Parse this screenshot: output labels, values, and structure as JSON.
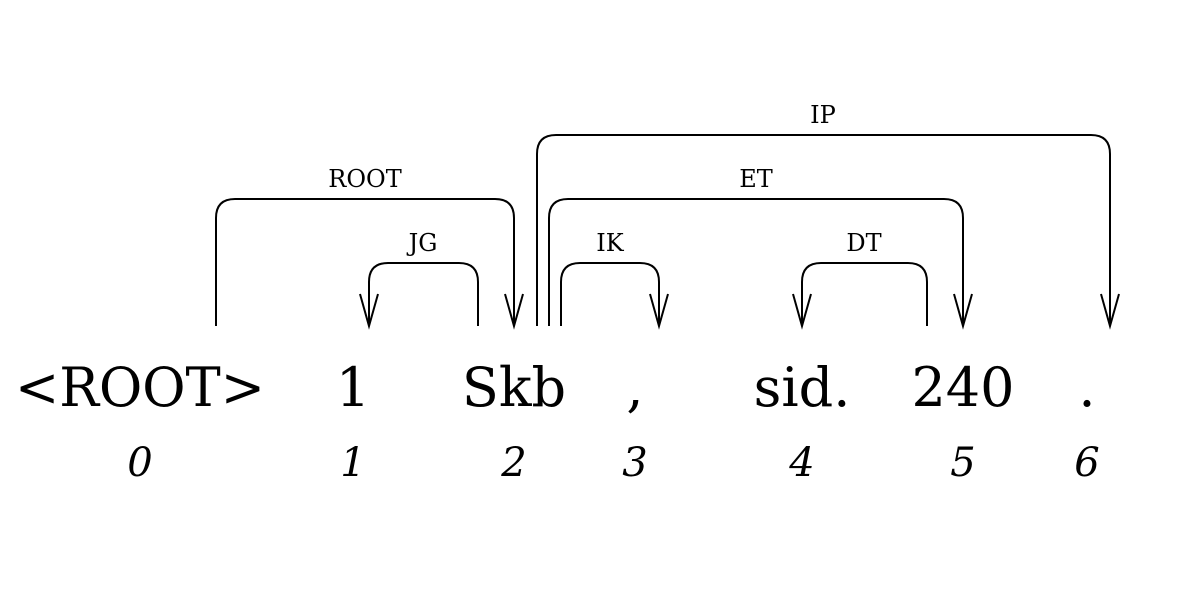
{
  "tokens": [
    {
      "index": "0",
      "word": "<ROOT>"
    },
    {
      "index": "1",
      "word": "1"
    },
    {
      "index": "2",
      "word": "Skb"
    },
    {
      "index": "3",
      "word": ","
    },
    {
      "index": "4",
      "word": "sid."
    },
    {
      "index": "5",
      "word": "240"
    },
    {
      "index": "6",
      "word": "."
    }
  ],
  "arcs": [
    {
      "label": "ROOT",
      "from": 0,
      "to": 2
    },
    {
      "label": "JG",
      "from": 2,
      "to": 1
    },
    {
      "label": "IP",
      "from": 2,
      "to": 6
    },
    {
      "label": "ET",
      "from": 2,
      "to": 5
    },
    {
      "label": "IK",
      "from": 2,
      "to": 3
    },
    {
      "label": "DT",
      "from": 5,
      "to": 4
    }
  ]
}
